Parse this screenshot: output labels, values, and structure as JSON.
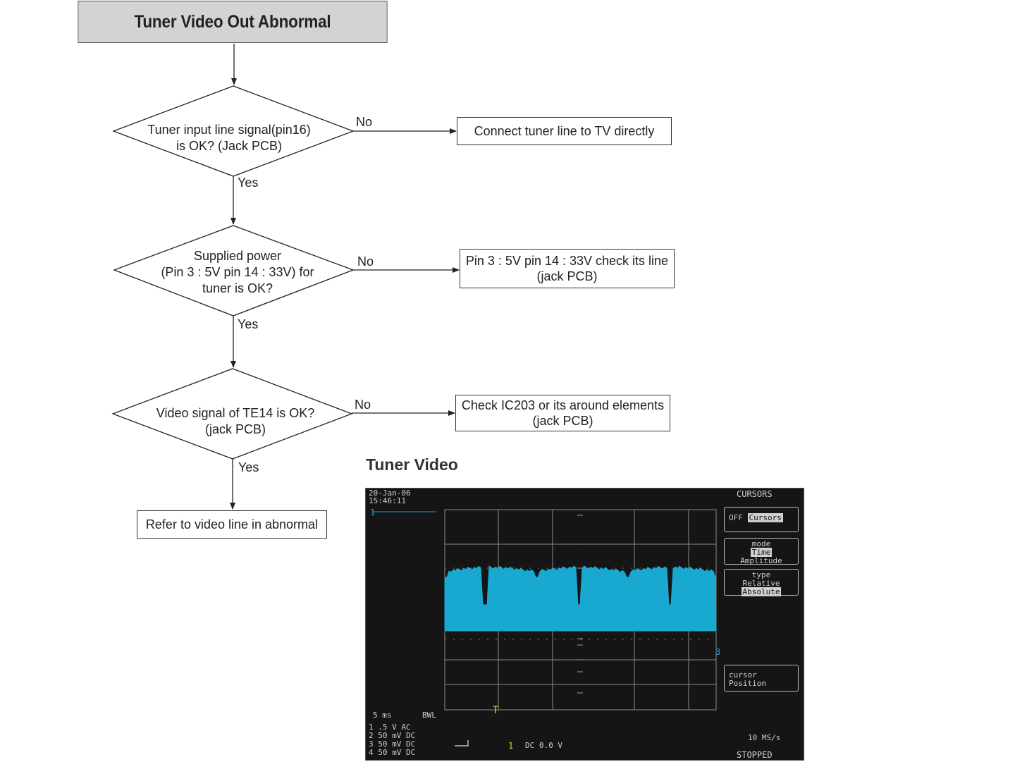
{
  "title": "Tuner Video Out  Abnormal",
  "decisions": [
    {
      "lines": [
        "Tuner input line signal(pin16)",
        "is OK? (Jack PCB)"
      ]
    },
    {
      "lines": [
        "Supplied power",
        "(Pin 3 : 5V pin 14 : 33V) for",
        "tuner is OK?"
      ]
    },
    {
      "lines": [
        "Video signal of TE14 is OK?",
        "(jack PCB)"
      ]
    }
  ],
  "actions": [
    {
      "lines": [
        "Connect tuner line to TV directly"
      ]
    },
    {
      "lines": [
        "Pin 3 : 5V pin 14 : 33V check its line",
        "(jack PCB)"
      ]
    },
    {
      "lines": [
        "Check IC203 or its around elements",
        "(jack PCB)"
      ]
    },
    {
      "lines": [
        "Refer to video line in abnormal"
      ]
    }
  ],
  "edge_labels": {
    "no": "No",
    "yes": "Yes"
  },
  "scope_heading": "Tuner Video",
  "scope": {
    "date": "20-Jan-06",
    "time": "15:46:11",
    "cursors_title": "CURSORS",
    "off_label": "OFF",
    "off_value": "Cursors",
    "mode_label": "mode",
    "mode_time": "Time",
    "mode_amplitude": "Amplitude",
    "type_label": "type",
    "type_relative": "Relative",
    "type_absolute": "Absolute",
    "cursor_position_1": "cursor",
    "cursor_position_2": "Position",
    "timebase": "5  ms",
    "bwl": "BWL",
    "channels": [
      {
        "num": "1",
        "volts": ".5  V",
        "coupling": "AC"
      },
      {
        "num": "2",
        "volts": "50 mV",
        "coupling": "DC"
      },
      {
        "num": "3",
        "volts": "50 mV",
        "coupling": "DC"
      },
      {
        "num": "4",
        "volts": "50 mV",
        "coupling": "DC"
      }
    ],
    "trigger": "DC 0.0 V",
    "sample_rate": "10 MS/s",
    "status": "STOPPED",
    "waveform_color": "#18a8d0",
    "accent_yellow": "#e8d040"
  }
}
